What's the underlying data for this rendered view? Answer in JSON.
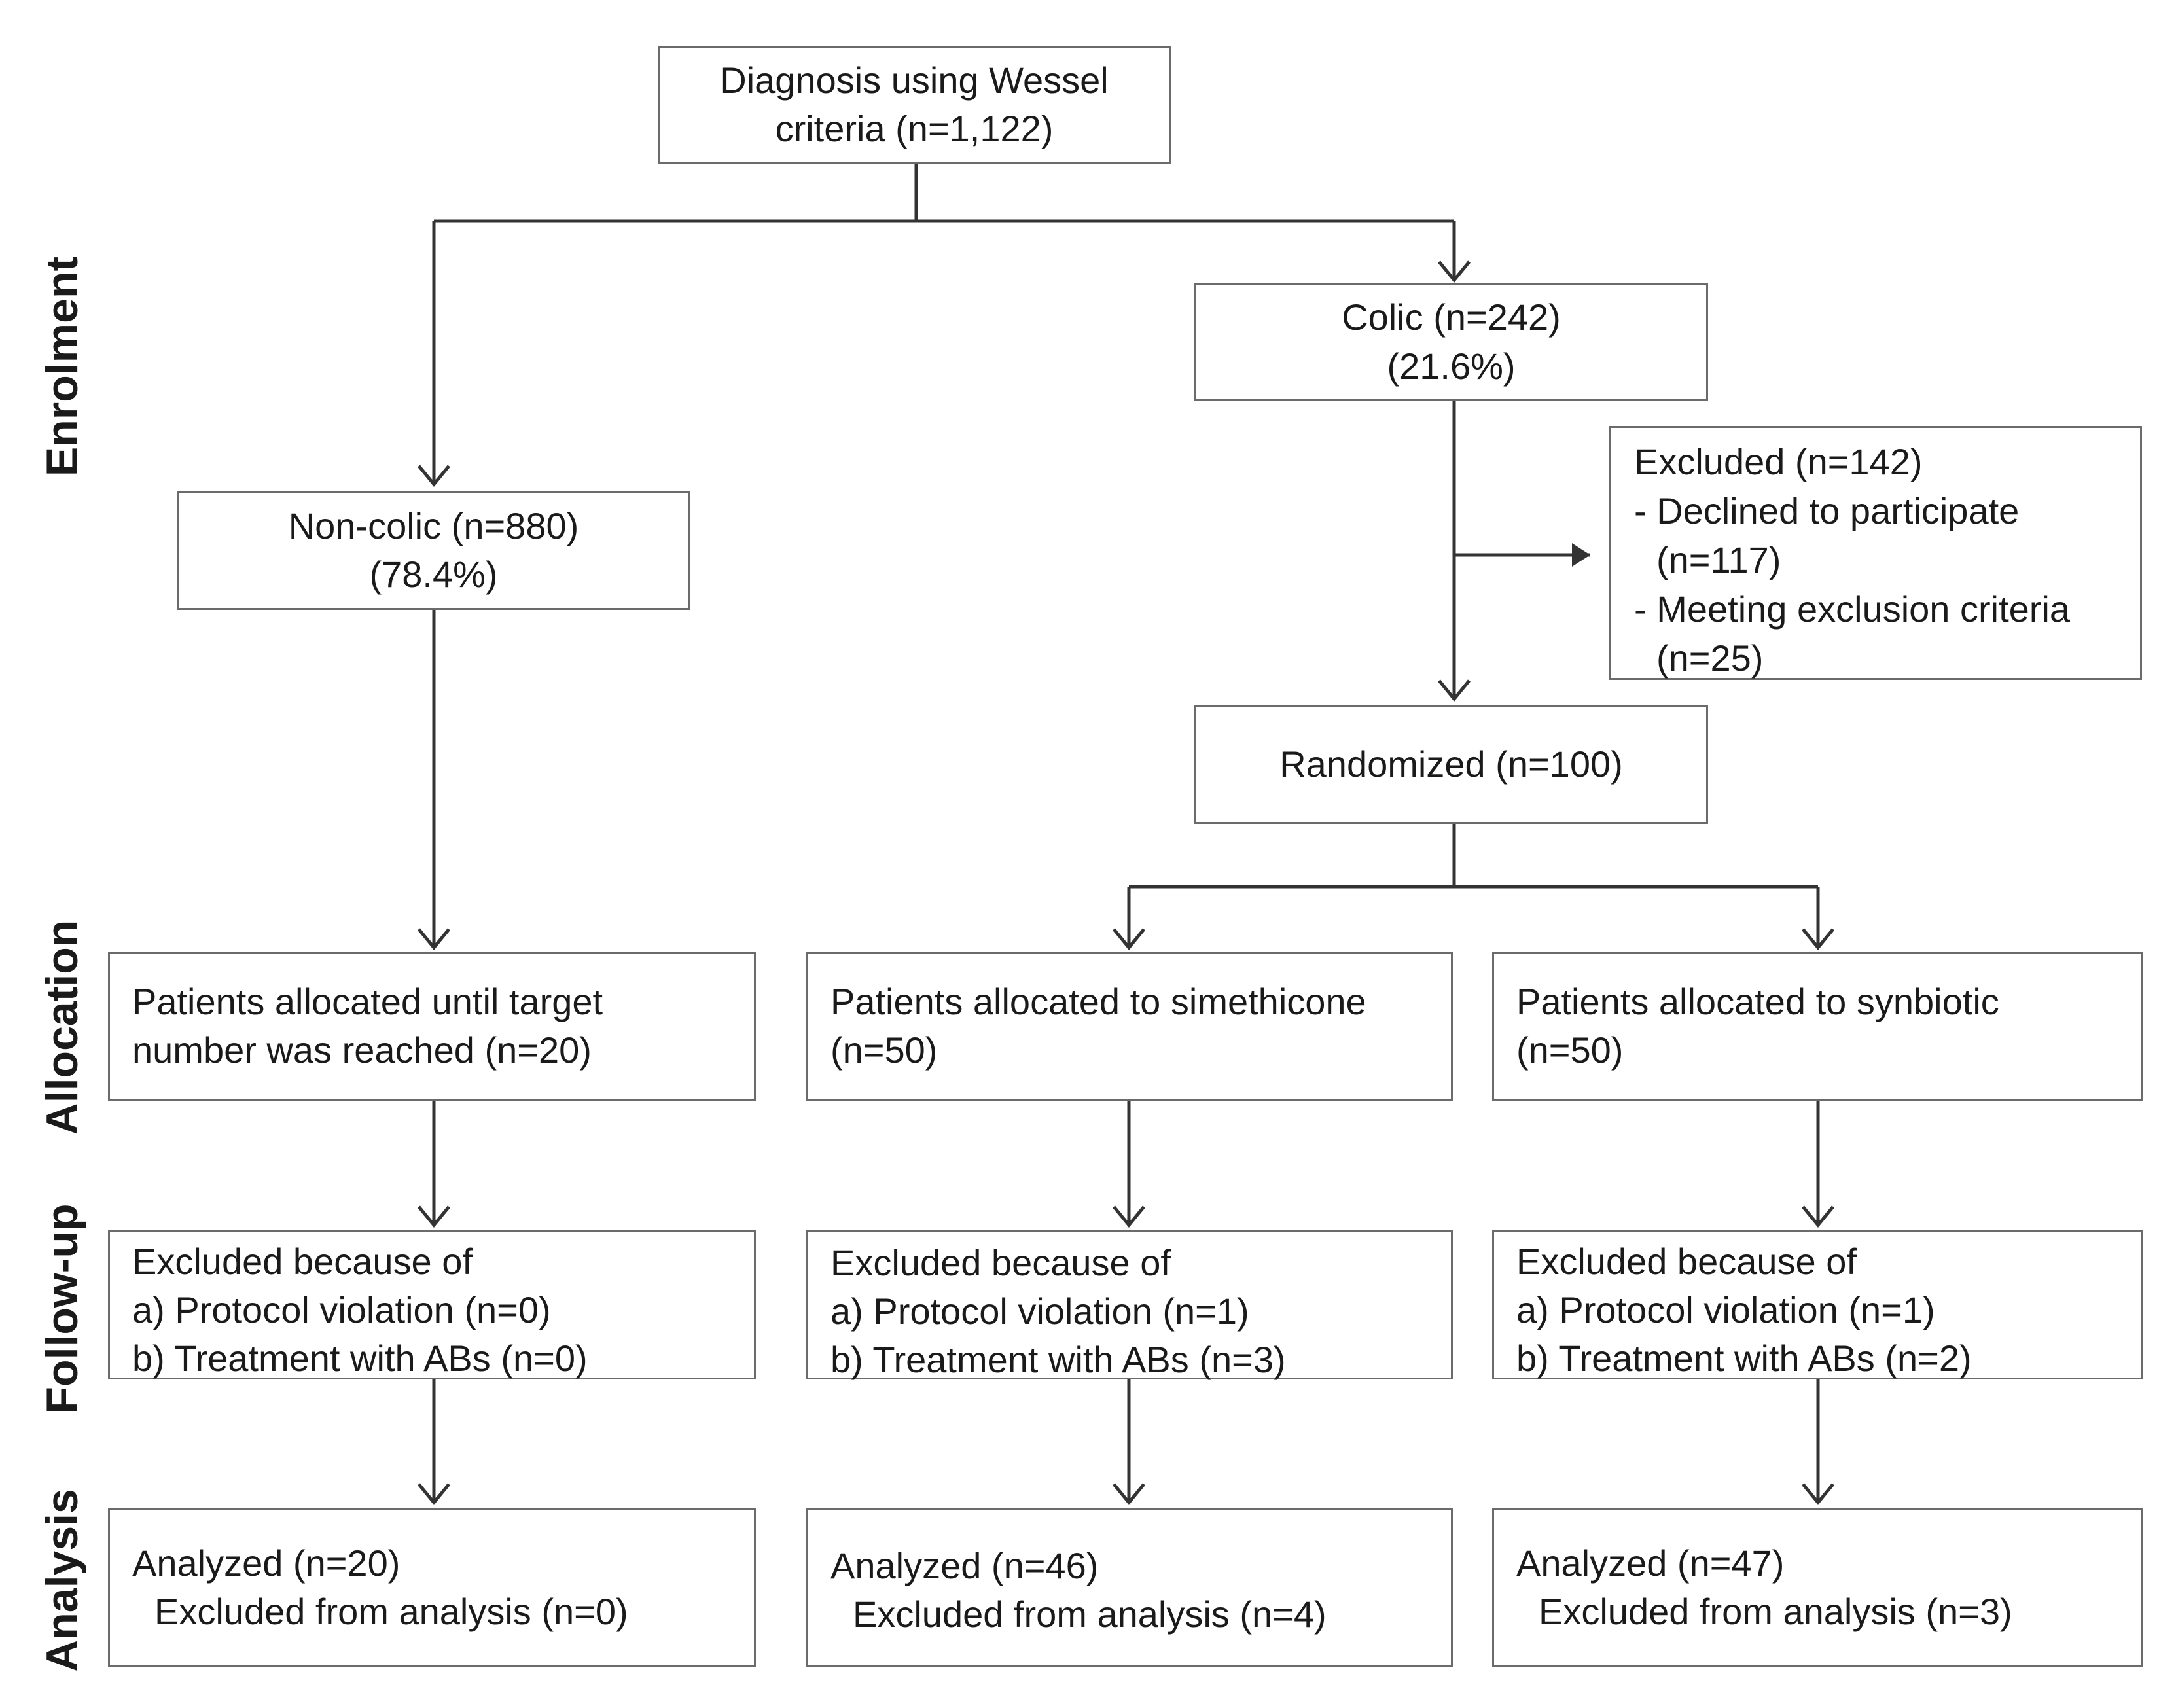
{
  "stages": [
    "Enrolment",
    "Allocation",
    "Follow-up",
    "Analysis"
  ],
  "diagnosis": [
    "Diagnosis using Wessel",
    "criteria (n=1,122)"
  ],
  "colic": [
    "Colic (n=242)",
    "(21.6%)"
  ],
  "non_colic": [
    "Non-colic (n=880)",
    "(78.4%)"
  ],
  "excluded_enrolment": [
    "Excluded (n=142)",
    "- Declined to participate",
    "(n=117)",
    "- Meeting exclusion criteria",
    "(n=25)"
  ],
  "randomized": "Randomized (n=100)",
  "allocation": {
    "control": [
      "Patients allocated until target",
      "number was reached (n=20)"
    ],
    "simethicone": [
      "Patients allocated to simethicone",
      "(n=50)"
    ],
    "synbiotic": [
      "Patients allocated to synbiotic",
      "(n=50)"
    ]
  },
  "followup": {
    "control": [
      "Excluded because of",
      "a) Protocol violation (n=0)",
      "b) Treatment with ABs (n=0)"
    ],
    "simethicone": [
      "Excluded because of",
      "a) Protocol violation (n=1)",
      "b) Treatment with ABs (n=3)"
    ],
    "synbiotic": [
      "Excluded because of",
      "a) Protocol violation (n=1)",
      "b) Treatment with ABs (n=2)"
    ]
  },
  "analysis": {
    "control": [
      "Analyzed (n=20)",
      "Excluded from analysis (n=0)"
    ],
    "simethicone": [
      "Analyzed (n=46)",
      "Excluded from analysis (n=4)"
    ],
    "synbiotic": [
      "Analyzed (n=47)",
      "Excluded from analysis (n=3)"
    ]
  }
}
